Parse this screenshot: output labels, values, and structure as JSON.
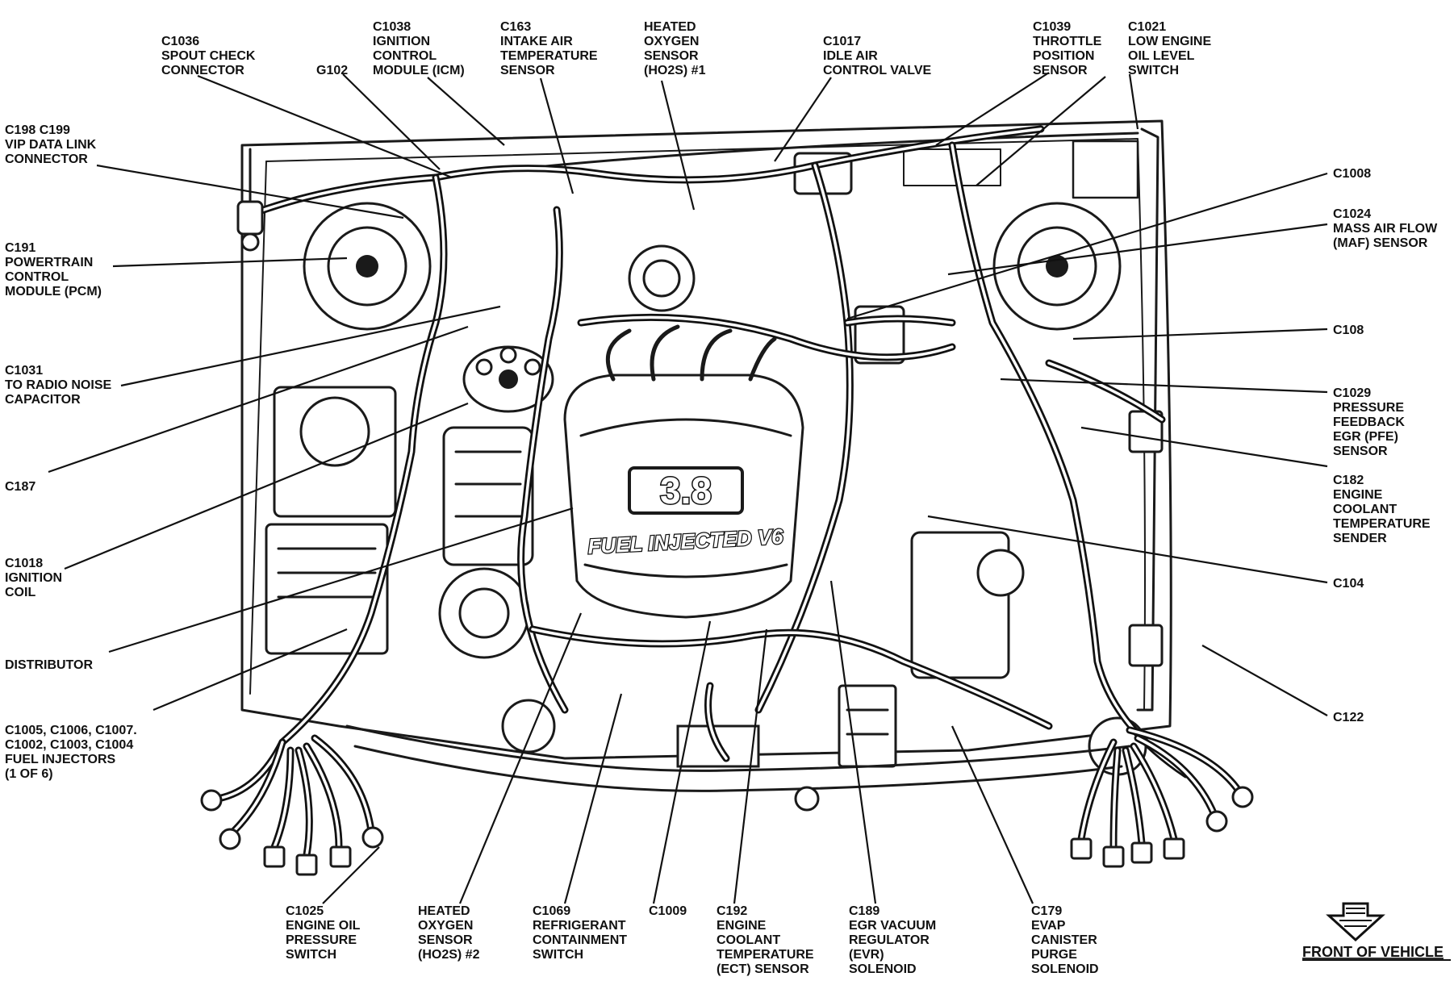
{
  "callouts": {
    "c1036": [
      "C1036",
      "SPOUT CHECK",
      "CONNECTOR"
    ],
    "g102": [
      "G102"
    ],
    "c1038": [
      "C1038",
      "IGNITION",
      "CONTROL",
      "MODULE (ICM)"
    ],
    "c163": [
      "C163",
      "INTAKE AIR",
      "TEMPERATURE",
      "SENSOR"
    ],
    "ho2s1": [
      "HEATED",
      "OXYGEN",
      "SENSOR",
      "(HO2S) #1"
    ],
    "c1017": [
      "C1017",
      "IDLE AIR",
      "CONTROL VALVE"
    ],
    "c1039": [
      "C1039",
      "THROTTLE",
      "POSITION",
      "SENSOR"
    ],
    "c1021": [
      "C1021",
      "LOW ENGINE",
      "OIL LEVEL",
      "SWITCH"
    ],
    "c198": [
      "C198 C199",
      "VIP DATA LINK",
      "CONNECTOR"
    ],
    "c191": [
      "C191",
      "POWERTRAIN",
      "CONTROL",
      "MODULE (PCM)"
    ],
    "c1031": [
      "C1031",
      "TO RADIO NOISE",
      "CAPACITOR"
    ],
    "c187": [
      "C187"
    ],
    "c1018": [
      "C1018",
      "IGNITION",
      "COIL"
    ],
    "distributor": [
      "DISTRIBUTOR"
    ],
    "injectors": [
      "C1005, C1006, C1007.",
      "C1002, C1003, C1004",
      "FUEL INJECTORS",
      "(1 OF 6)"
    ],
    "c1008": [
      "C1008"
    ],
    "c1024": [
      "C1024",
      "MASS AIR FLOW",
      "(MAF) SENSOR"
    ],
    "c108": [
      "C108"
    ],
    "c1029": [
      "C1029",
      "PRESSURE",
      "FEEDBACK",
      "EGR (PFE)",
      "SENSOR"
    ],
    "c182": [
      "C182",
      "ENGINE",
      "COOLANT",
      "TEMPERATURE",
      "SENDER"
    ],
    "c104": [
      "C104"
    ],
    "c122": [
      "C122"
    ],
    "c1025": [
      "C1025",
      "ENGINE OIL",
      "PRESSURE",
      "SWITCH"
    ],
    "ho2s2": [
      "HEATED",
      "OXYGEN",
      "SENSOR",
      "(HO2S) #2"
    ],
    "c1069": [
      "C1069",
      "REFRIGERANT",
      "CONTAINMENT",
      "SWITCH"
    ],
    "c1009": [
      "C1009"
    ],
    "c192": [
      "C192",
      "ENGINE",
      "COOLANT",
      "TEMPERATURE",
      "(ECT) SENSOR"
    ],
    "c189": [
      "C189",
      "EGR VACUUM",
      "REGULATOR",
      "(EVR)",
      "SOLENOID"
    ],
    "c179": [
      "C179",
      "EVAP",
      "CANISTER",
      "PURGE",
      "SOLENOID"
    ]
  },
  "engine": {
    "displacement_badge": "3.8",
    "cover_text": "FUEL INJECTED V6"
  },
  "orientation": {
    "label": "FRONT OF VEHICLE",
    "icon": "front-arrow-icon"
  }
}
